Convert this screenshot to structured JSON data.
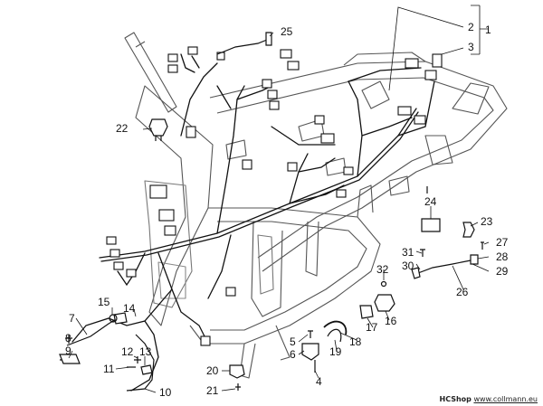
{
  "callouts": [
    "1",
    "2",
    "3",
    "4",
    "5",
    "6",
    "7",
    "8",
    "9",
    "10",
    "11",
    "12",
    "13",
    "14",
    "15",
    "16",
    "17",
    "18",
    "19",
    "20",
    "21",
    "22",
    "23",
    "24",
    "25",
    "26",
    "27",
    "28",
    "29",
    "30",
    "31",
    "32"
  ],
  "footer": {
    "shop": "HCShop",
    "url": "www.collmann.eu"
  }
}
